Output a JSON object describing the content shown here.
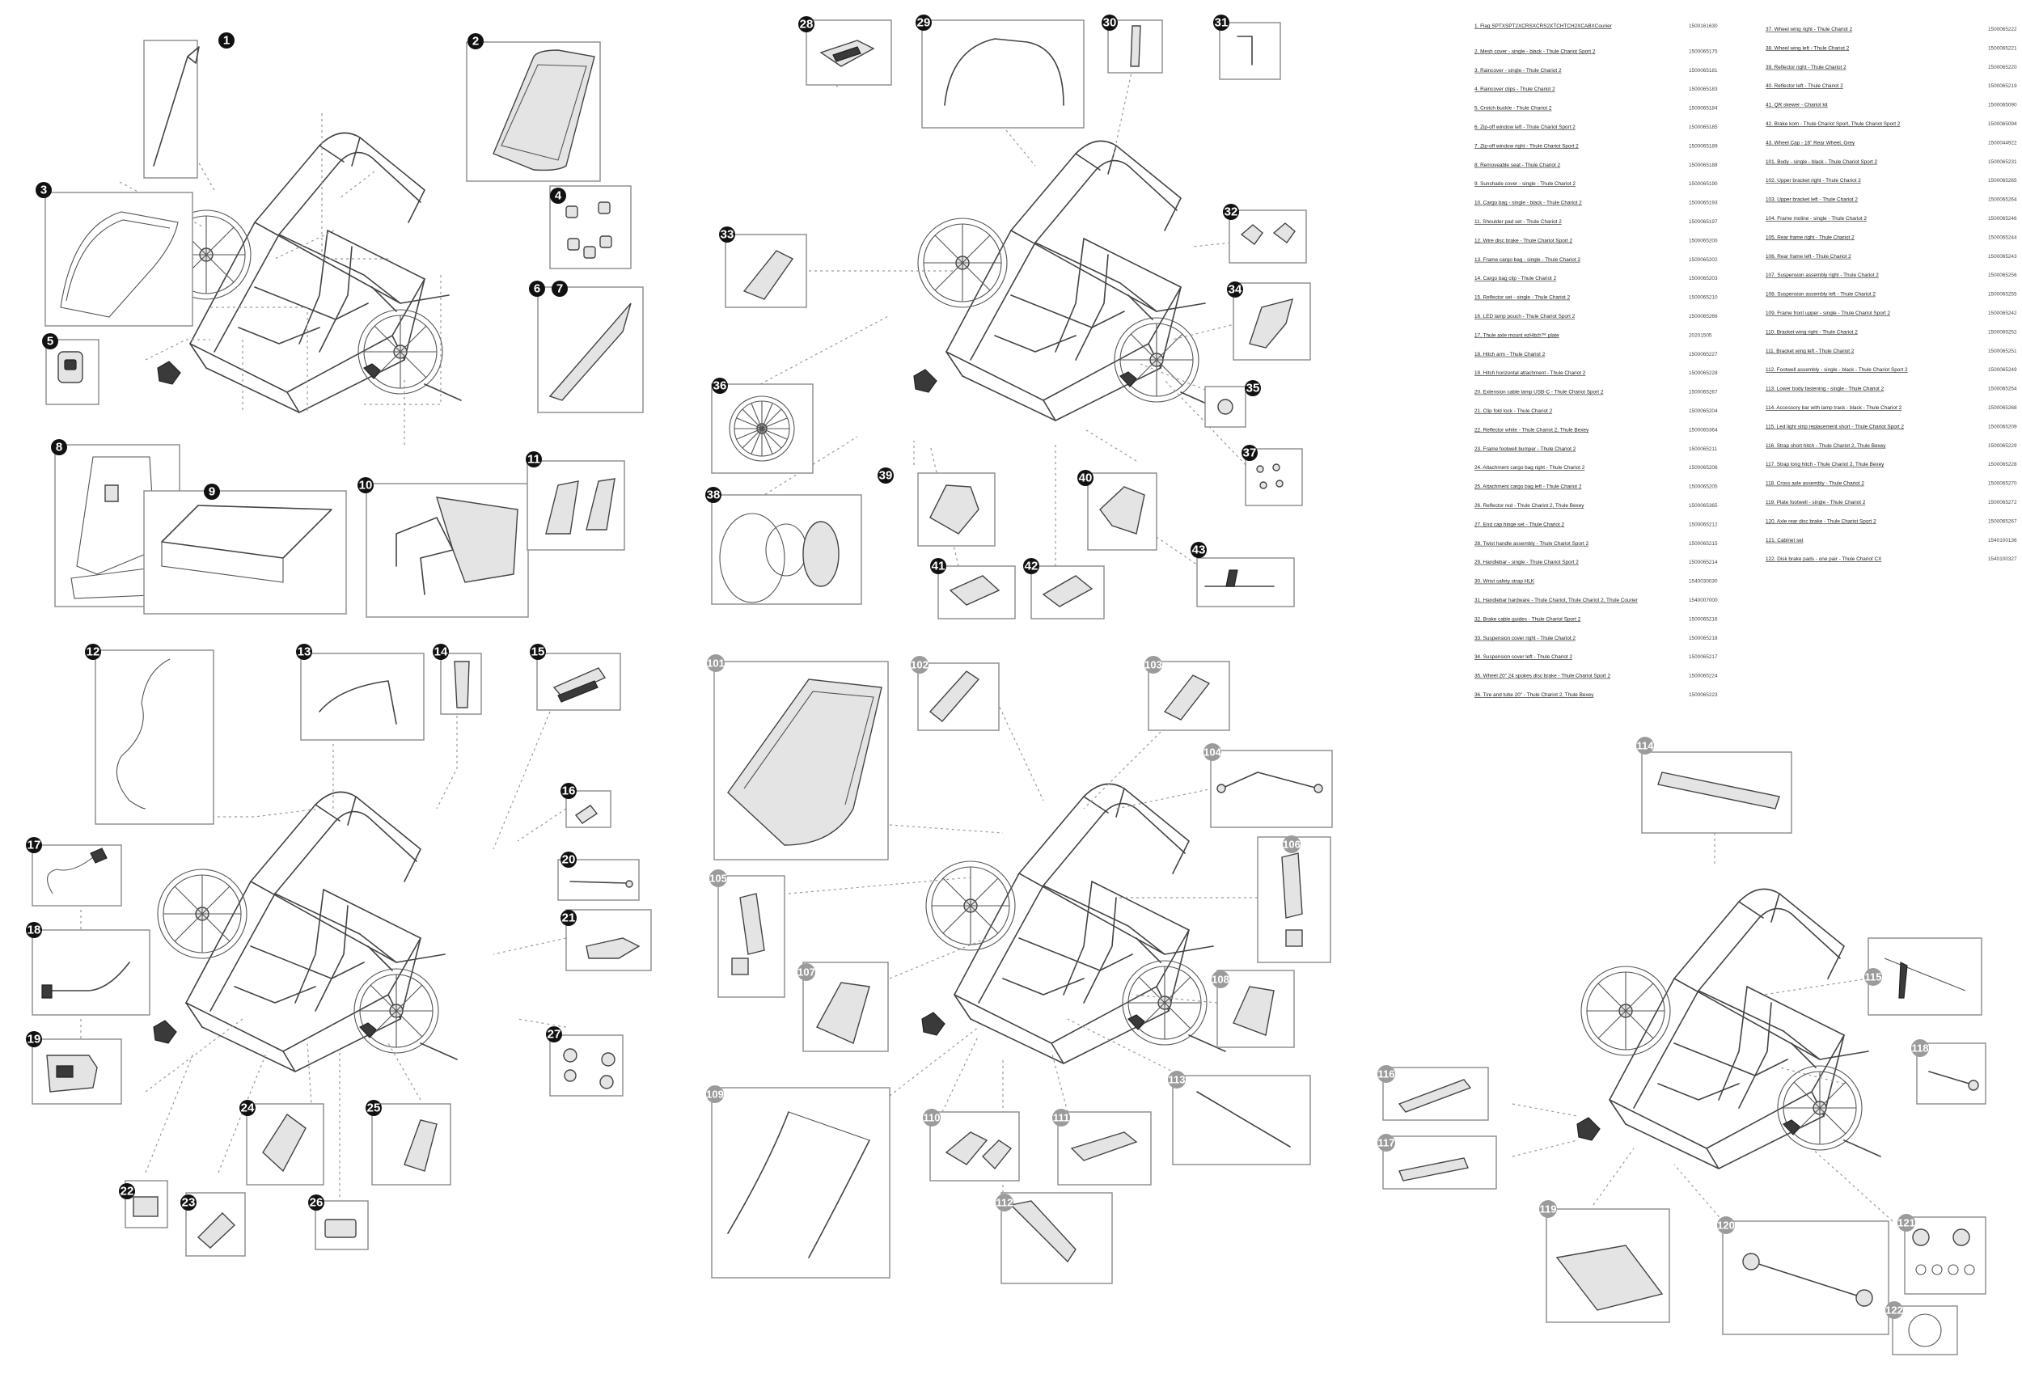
{
  "diagram_numbers": {
    "group1": [
      "1",
      "2",
      "3",
      "4",
      "5",
      "6",
      "7",
      "8",
      "9",
      "10",
      "11"
    ],
    "group2": [
      "12",
      "13",
      "14",
      "15",
      "16",
      "17",
      "18",
      "19",
      "20",
      "21",
      "22",
      "23",
      "24",
      "25",
      "26",
      "27"
    ],
    "group3": [
      "28",
      "29",
      "30",
      "31",
      "32",
      "33",
      "34",
      "35",
      "36",
      "37",
      "38",
      "39",
      "40",
      "41",
      "42",
      "43"
    ],
    "group4": [
      "101",
      "102",
      "103",
      "104",
      "105",
      "106",
      "107",
      "108",
      "109",
      "110",
      "111",
      "112",
      "113"
    ],
    "group5": [
      "114",
      "115",
      "116",
      "117",
      "118",
      "119",
      "120",
      "121",
      "122"
    ]
  },
  "parts_list": {
    "column1": [
      {
        "name": "1. Flag SPTXSPT2XCRSXCRS2XTCHTCH2XCABXCourier",
        "code": "1500161630"
      },
      {
        "name": "2. Mesh cover - single - black - Thule Chariot Sport 2",
        "code": "1500065175"
      },
      {
        "name": "3. Raincover - single - Thule Chariot 2",
        "code": "1500065181"
      },
      {
        "name": "4. Raincover clips - Thule Chariot 2",
        "code": "1500065183"
      },
      {
        "name": "5. Crotch buckle - Thule Chariot 2",
        "code": "1500065184"
      },
      {
        "name": "6. Zip-off window left - Thule Chariot Sport 2",
        "code": "1500065185"
      },
      {
        "name": "7. Zip-off window right - Thule Chariot Sport 2",
        "code": "1500065189"
      },
      {
        "name": "8. Removeable seat - Thule Chariot 2",
        "code": "1500065188"
      },
      {
        "name": "9. Sunshade cover - single - Thule Chariot 2",
        "code": "1500065190"
      },
      {
        "name": "10. Cargo bag - single - black - Thule Chariot 2",
        "code": "1500065193"
      },
      {
        "name": "11. Shoulder pad set - Thule Chariot 2",
        "code": "1500065197"
      },
      {
        "name": "12. Wire disc brake - Thule Chariot Sport 2",
        "code": "1500065200"
      },
      {
        "name": "13. Frame cargo bag - single - Thule Chariot 2",
        "code": "1500065202"
      },
      {
        "name": "14. Cargo bag clip - Thule Chariot 2",
        "code": "1500065203"
      },
      {
        "name": "15. Reflector set - single - Thule Chariot 2",
        "code": "1500065210"
      },
      {
        "name": "16. LED lamp pouch - Thule Chariot Sport 2",
        "code": "1500065266"
      },
      {
        "name": "17. Thule axle mount ezHitch™ plate",
        "code": "20201505"
      },
      {
        "name": "18. Hitch arm - Thule Chariot 2",
        "code": "1500065227"
      },
      {
        "name": "19. Hitch horizontal attachment - Thule Chariot 2",
        "code": "1500065228"
      },
      {
        "name": "20. Extension cable lamp USB-C - Thule Chariot Sport 2",
        "code": "1500065267"
      },
      {
        "name": "21. Clip fold lock - Thule Chariot 2",
        "code": "1500065204"
      },
      {
        "name": "22. Reflector white - Thule Chariot 2, Thule Bexey",
        "code": "1500065364"
      },
      {
        "name": "23. Frame footwell bumper - Thule Chariot 2",
        "code": "1500065211"
      },
      {
        "name": "24. Attachment cargo bag right - Thule Chariot 2",
        "code": "1500065206"
      },
      {
        "name": "25. Attachment cargo bag left - Thule Chariot 2",
        "code": "1500065205"
      },
      {
        "name": "26. Reflector red - Thule Chariot 2, Thule Bexey",
        "code": "1500065365"
      },
      {
        "name": "27. End cap hinge set - Thule Chariot 2",
        "code": "1500065212"
      },
      {
        "name": "28. Twist handle assembly - Thule Chariot Sport 2",
        "code": "1500065215"
      },
      {
        "name": "29. Handlebar - single - Thule Chariot Sport 2",
        "code": "1500065214"
      },
      {
        "name": "30. Wrist safety strap HLK",
        "code": "1540030030"
      },
      {
        "name": "31. Handlebar hardware - Thule Chariot, Thule Chariot 2, Thule Courier",
        "code": "1540007000"
      },
      {
        "name": "32. Brake cable guides - Thule Chariot Sport 2",
        "code": "1500065216"
      },
      {
        "name": "33. Suspension cover right - Thule Chariot 2",
        "code": "1500065218"
      },
      {
        "name": "34. Suspension cover left - Thule Chariot 2",
        "code": "1500065217"
      },
      {
        "name": "35. Wheel 20\" 24 spokes disc brake - Thule Chariot Sport 2",
        "code": "1500065224"
      },
      {
        "name": "36. Tire and tube 20\" - Thule Chariot 2, Thule Bexey",
        "code": "1500065223"
      }
    ],
    "column2": [
      {
        "name": "37. Wheel wing right - Thule Chariot 2",
        "code": "1500065222"
      },
      {
        "name": "38. Wheel wing left - Thule Chariot 2",
        "code": "1500065221"
      },
      {
        "name": "39. Reflector right - Thule Chariot 2",
        "code": "1500065220"
      },
      {
        "name": "40. Reflector left - Thule Chariot 2",
        "code": "1500065219"
      },
      {
        "name": "41. QR skewer - Chariot kit",
        "code": "1500065090"
      },
      {
        "name": "42. Brake kom - Thule Chariot Sport, Thule Chariot Sport 2",
        "code": "1500065094"
      },
      {
        "name": "43. Wheel Cap - 16\" Rear Wheel, Grey",
        "code": "1500044922"
      },
      {
        "name": "101. Body - single - black - Thule Chariot Sport 2",
        "code": "1500065231"
      },
      {
        "name": "102. Upper bracket right - Thule Chariot 2",
        "code": "1500065265"
      },
      {
        "name": "103. Upper bracket left - Thule Chariot 2",
        "code": "1500065264"
      },
      {
        "name": "104. Frame moline - single - Thule Chariot 2",
        "code": "1500065246"
      },
      {
        "name": "105. Rear frame right - Thule Chariot 2",
        "code": "1500065244"
      },
      {
        "name": "106. Rear frame left - Thule Chariot 2",
        "code": "1500065243"
      },
      {
        "name": "107. Suspension assembly right - Thule Chariot 2",
        "code": "1500065256"
      },
      {
        "name": "108. Suspension assembly left - Thule Chariot 2",
        "code": "1500065255"
      },
      {
        "name": "109. Frame front upper - single - Thule Chariot Sport 2",
        "code": "1500065242"
      },
      {
        "name": "110. Bracket wing right - Thule Chariot 2",
        "code": "1500065252"
      },
      {
        "name": "111. Bracket wing left - Thule Chariot 2",
        "code": "1500065251"
      },
      {
        "name": "112. Footwell assembly - single - black - Thule Chariot Sport 2",
        "code": "1500065249"
      },
      {
        "name": "113. Lower body fastening - single - Thule Chariot 2",
        "code": "1500065254"
      },
      {
        "name": "114. Accessory bar with lamp track - black - Thule Chariot 2",
        "code": "1500065268"
      },
      {
        "name": "115. Led light strip replacement short - Thule Chariot Sport 2",
        "code": "1500065209"
      },
      {
        "name": "116. Strap short hitch - Thule Chariot 2, Thule Bexey",
        "code": "1500065229"
      },
      {
        "name": "117. Strap long hitch - Thule Chariot 2, Thule Bexey",
        "code": "1500065228"
      },
      {
        "name": "118. Cross axle assembly - Thule Chariot 2",
        "code": "1500065270"
      },
      {
        "name": "119. Plate footwell - single - Thule Chariot 2",
        "code": "1500065272"
      },
      {
        "name": "120. Axle rear disc brake - Thule Chariot Sport 2",
        "code": "1500065267"
      },
      {
        "name": "121. Cabinet set",
        "code": "1540100136"
      },
      {
        "name": "122. Disk brake pads - one pair - Thule Chariot CX",
        "code": "1540100327"
      }
    ]
  }
}
